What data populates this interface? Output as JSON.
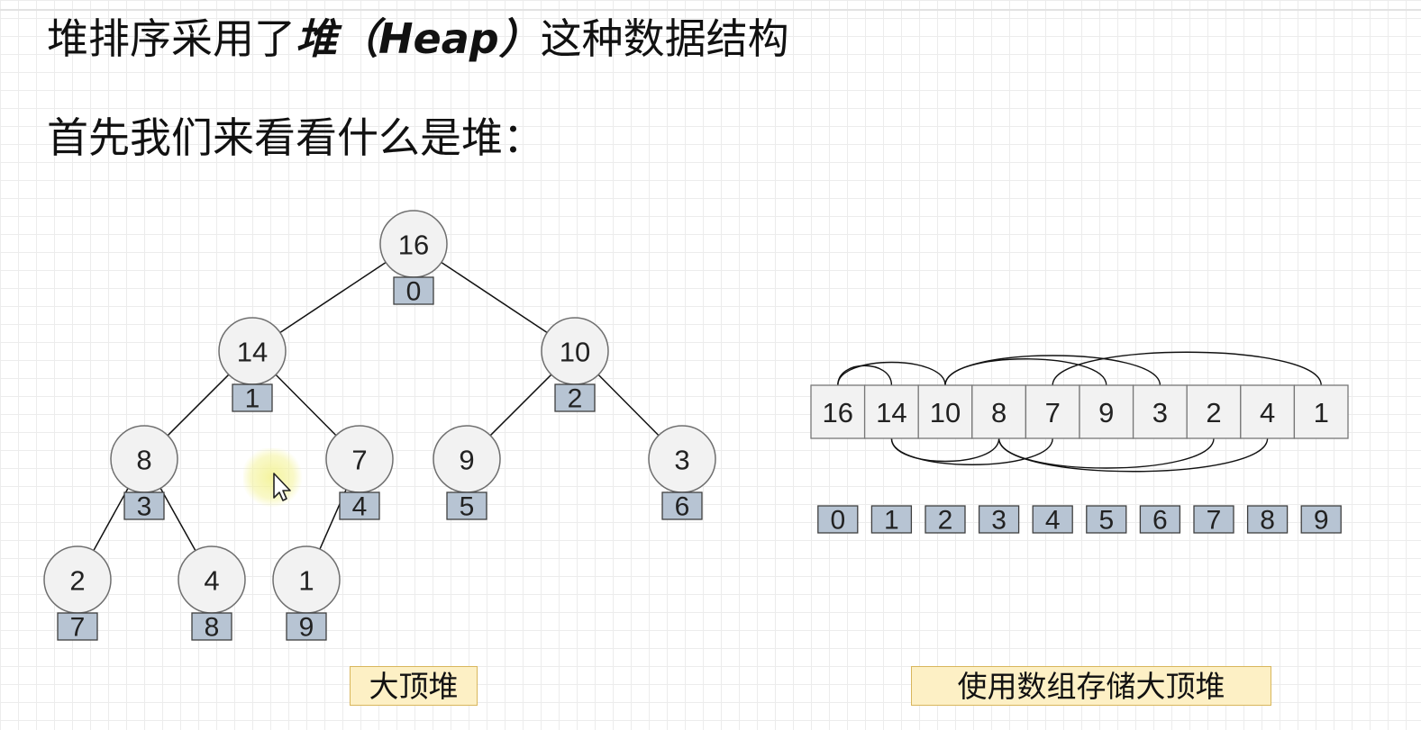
{
  "slide": {
    "title_main": "堆排序采用了",
    "title_emphasis": "堆（Heap）",
    "title_tail": "这种数据结构",
    "subtitle": "首先我们来看看什么是堆："
  },
  "tree": {
    "nodes": [
      {
        "value": "16",
        "index": "0"
      },
      {
        "value": "14",
        "index": "1"
      },
      {
        "value": "10",
        "index": "2"
      },
      {
        "value": "8",
        "index": "3"
      },
      {
        "value": "7",
        "index": "4"
      },
      {
        "value": "9",
        "index": "5"
      },
      {
        "value": "3",
        "index": "6"
      },
      {
        "value": "2",
        "index": "7"
      },
      {
        "value": "4",
        "index": "8"
      },
      {
        "value": "1",
        "index": "9"
      }
    ],
    "edges": [
      [
        0,
        1
      ],
      [
        0,
        2
      ],
      [
        1,
        3
      ],
      [
        1,
        4
      ],
      [
        2,
        5
      ],
      [
        2,
        6
      ],
      [
        3,
        7
      ],
      [
        3,
        8
      ],
      [
        4,
        9
      ]
    ],
    "caption": "大顶堆"
  },
  "array": {
    "values": [
      "16",
      "14",
      "10",
      "8",
      "7",
      "9",
      "3",
      "2",
      "4",
      "1"
    ],
    "indices": [
      "0",
      "1",
      "2",
      "3",
      "4",
      "5",
      "6",
      "7",
      "8",
      "9"
    ],
    "caption": "使用数组存储大顶堆"
  },
  "colors": {
    "node_fill": "#f2f2f2",
    "node_stroke": "#6f6f6f",
    "index_fill": "#b7c4d3",
    "index_stroke": "#3f3f3f",
    "caption_fill": "#fdf0c5",
    "caption_border": "#d8b65c",
    "cursor_highlight": "#f4f39a"
  },
  "icons": {
    "cursor": "mouse-pointer-icon"
  }
}
